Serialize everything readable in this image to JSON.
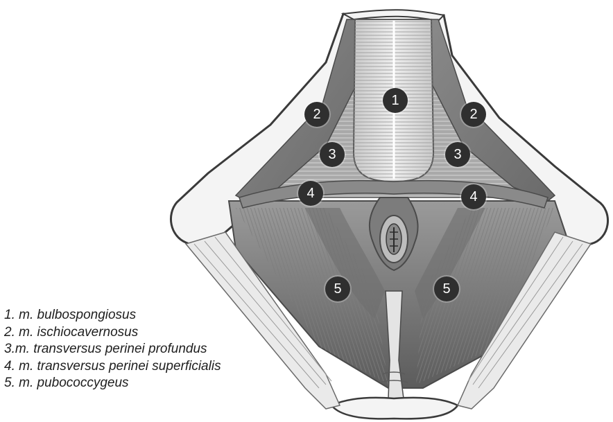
{
  "figure": {
    "colors": {
      "bone": "#f4f4f4",
      "bone_outline": "#3a3a3a",
      "muscle_light": "#b5b5b5",
      "muscle_mid": "#8e8e8e",
      "muscle_dark": "#5a5a5a",
      "marker_fill": "#2f2f2f",
      "marker_text": "#ffffff"
    },
    "markers": {
      "m1": "1",
      "m2_left": "2",
      "m2_right": "2",
      "m3_left": "3",
      "m3_right": "3",
      "m4_left": "4",
      "m4_right": "4",
      "m5_left": "5",
      "m5_right": "5"
    }
  },
  "legend": [
    "1. m. bulbospongiosus",
    "2. m. ischiocavernosus",
    "3.m. transversus perinei profundus",
    "4. m. transversus perinei superficialis",
    "5. m. pubococcygeus"
  ]
}
